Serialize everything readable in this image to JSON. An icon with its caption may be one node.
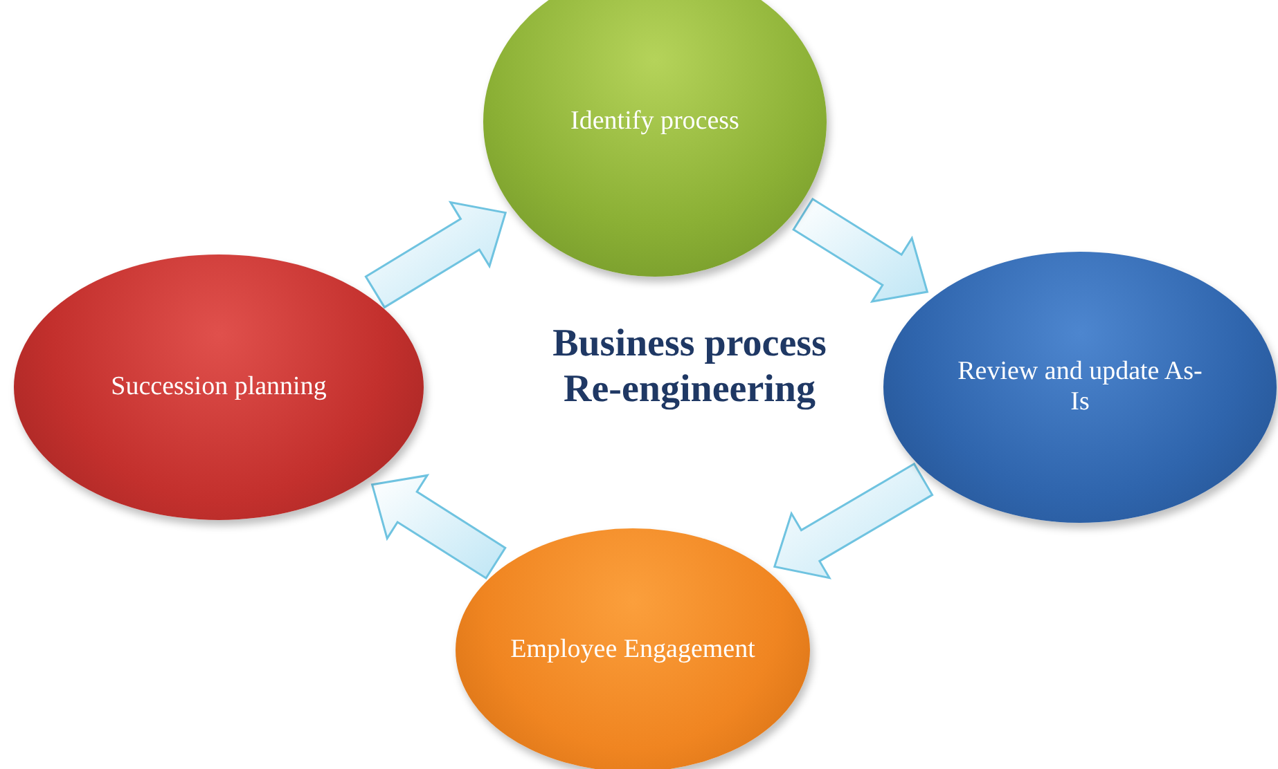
{
  "diagram": {
    "nodes": [
      {
        "text": [
          "Identify process"
        ]
      },
      {
        "text": [
          "Succession planning"
        ]
      },
      {
        "text": [
          "Review and update As-Is"
        ]
      },
      {
        "text": [
          "Employee Engagement"
        ]
      }
    ],
    "edges": [
      {
        "from": 1,
        "to": 0,
        "arrow": "to"
      },
      {
        "from": 0,
        "to": 2,
        "arrow": "to"
      },
      {
        "from": 2,
        "to": 3,
        "arrow": "to"
      },
      {
        "from": 3,
        "to": 1,
        "arrow": "to"
      }
    ],
    "labels": [
      "Business process Re-engineering"
    ]
  }
}
